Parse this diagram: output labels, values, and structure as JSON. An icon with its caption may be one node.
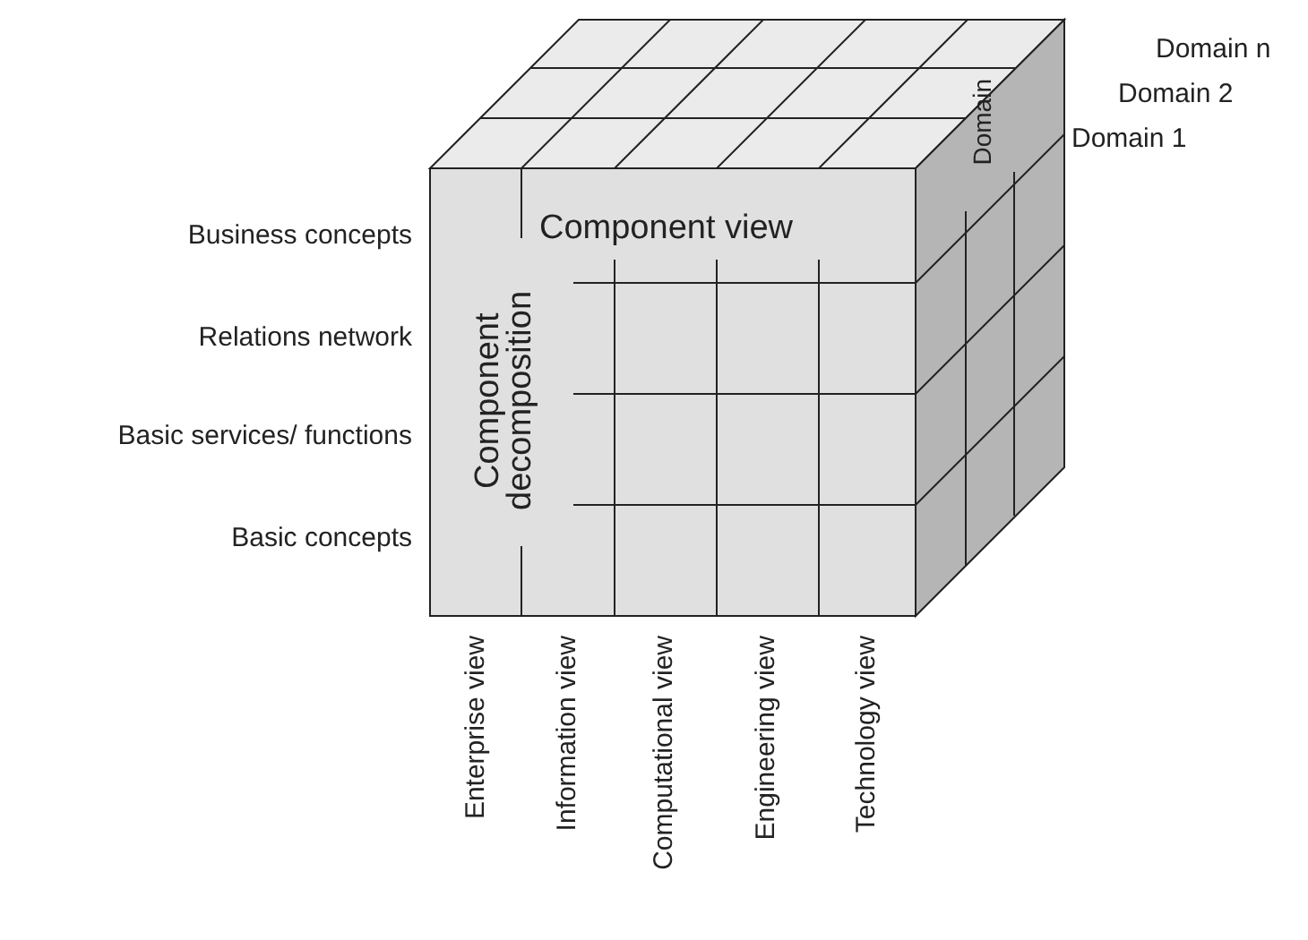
{
  "diagram": {
    "labels": [
      "Domain n",
      "Domain 2",
      "Domain 1",
      "Domain",
      "Business concepts",
      "Component view",
      "Relations network",
      "Component decomposition",
      "Basic services/ functions",
      "Basic concepts",
      "Enterprise view",
      "Information view",
      "Computational view",
      "Engineering view",
      "Technology view"
    ]
  }
}
